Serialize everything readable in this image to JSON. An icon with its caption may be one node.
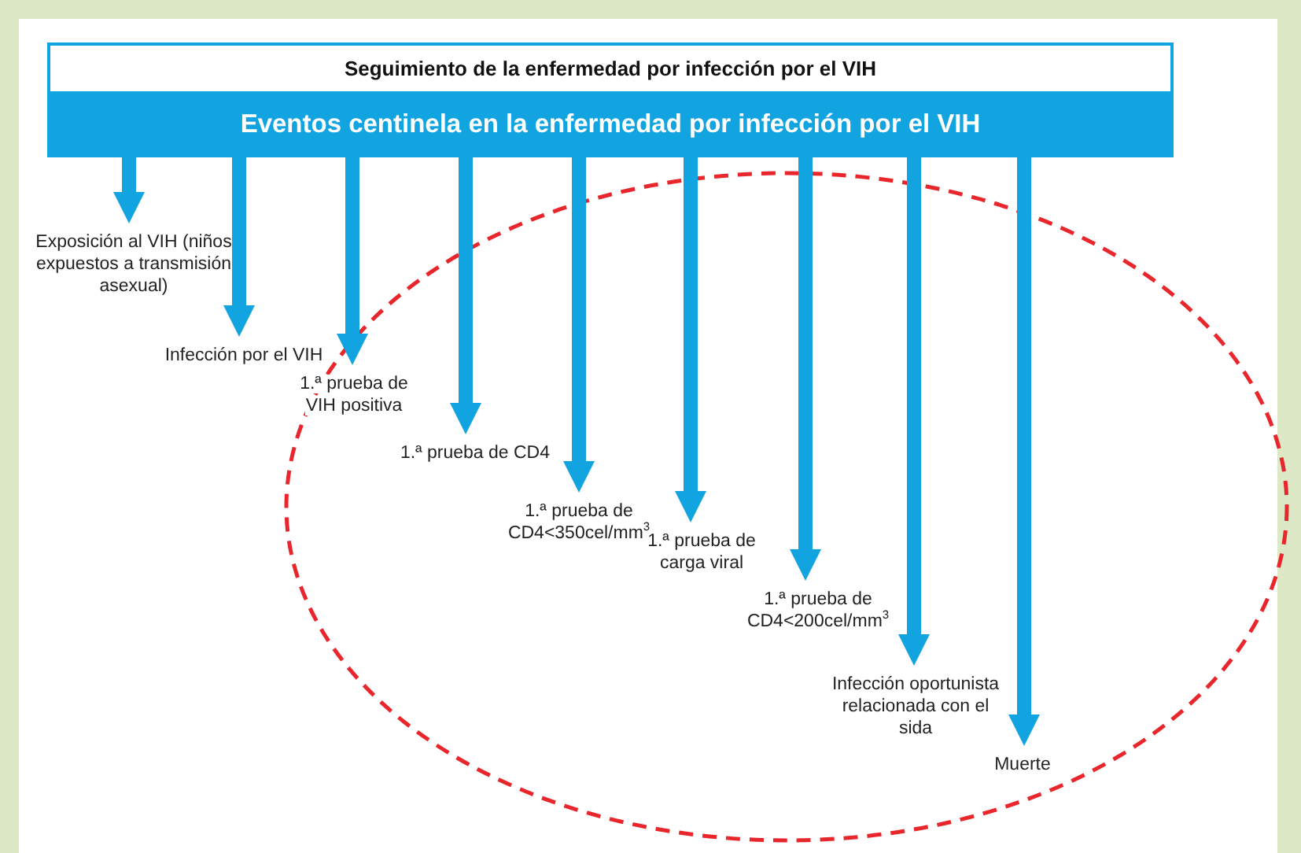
{
  "diagram": {
    "nodes": [
      {
        "text": [
          "Seguimiento de la enfermedad por infección por el VIH"
        ]
      },
      {
        "text": [
          "Eventos centinela en la enfermedad por infección por el VIH"
        ]
      },
      {
        "text": [
          "Exposición al VIH (niños expuestos a transmisión asexual)"
        ]
      },
      {
        "text": [
          "Infección por el VIH"
        ]
      },
      {
        "text": [
          "1.ª prueba de VIH positiva"
        ]
      },
      {
        "text": [
          "1.ª prueba de CD4"
        ]
      },
      {
        "text": [
          "1.ª prueba de CD4<350cel/mm$^{3}$"
        ]
      },
      {
        "text": [
          "1.ª prueba de carga viral"
        ]
      },
      {
        "text": [
          "1.ª prueba de CD4<200cel/mm$^{3}$"
        ]
      },
      {
        "text": [
          "Infección oportunista relacionada con el sida"
        ]
      },
      {
        "text": [
          "Muerte"
        ]
      }
    ],
    "edges": [
      {
        "from": 1,
        "to": 2,
        "arrow": "to"
      },
      {
        "from": 1,
        "to": 3,
        "arrow": "to"
      },
      {
        "from": 1,
        "to": 4,
        "arrow": "to"
      },
      {
        "from": 1,
        "to": 5,
        "arrow": "to"
      },
      {
        "from": 1,
        "to": 6,
        "arrow": "to"
      },
      {
        "from": 1,
        "to": 7,
        "arrow": "to"
      },
      {
        "from": 1,
        "to": 8,
        "arrow": "to"
      },
      {
        "from": 1,
        "to": 9,
        "arrow": "to"
      },
      {
        "from": 1,
        "to": 10,
        "arrow": "to"
      }
    ]
  }
}
